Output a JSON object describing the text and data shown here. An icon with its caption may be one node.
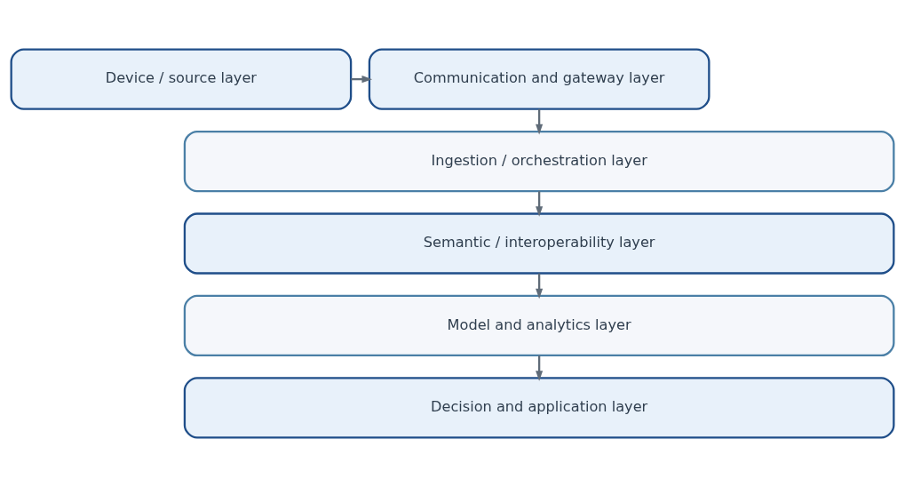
{
  "diagram": {
    "nodes": [
      {
        "text": [
          "Device / source layer"
        ]
      },
      {
        "text": [
          "Communication and gateway layer"
        ]
      },
      {
        "text": [
          "Ingestion / orchestration layer"
        ]
      },
      {
        "text": [
          "Semantic / interoperability layer"
        ]
      },
      {
        "text": [
          "Model and analytics layer"
        ]
      },
      {
        "text": [
          "Decision and application layer"
        ]
      }
    ],
    "edges": [
      {
        "from": 0,
        "to": 1,
        "arrow": "to"
      },
      {
        "from": 1,
        "to": 2,
        "arrow": "to"
      },
      {
        "from": 2,
        "to": 3,
        "arrow": "to"
      },
      {
        "from": 3,
        "to": 4,
        "arrow": "to"
      },
      {
        "from": 4,
        "to": 5,
        "arrow": "to"
      }
    ]
  }
}
